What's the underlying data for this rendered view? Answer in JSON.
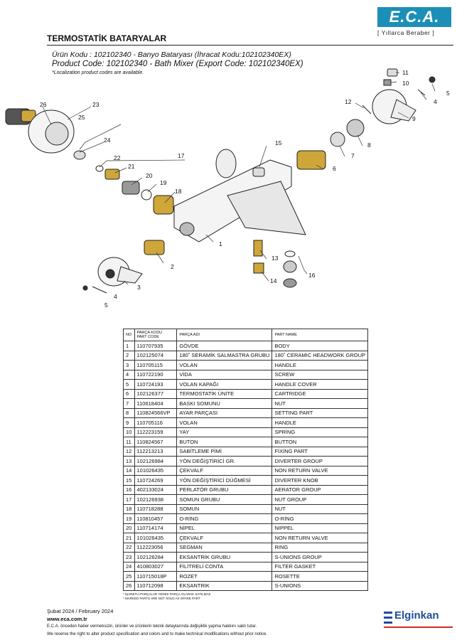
{
  "brand": {
    "logo_text": "E.C.A.",
    "tagline": "[ Yıllarca Beraber ]",
    "logo_color": "#1c8fb8"
  },
  "header": {
    "title": "TERMOSTATİK BATARYALAR"
  },
  "product": {
    "code_tr": "Ürün Kodu : 102102340 - Banyo Bataryası (İhracat Kodu:102102340EX)",
    "code_en": "Product Code: 102102340 - Bath Mixer (Export Code: 102102340EX)",
    "note": "*Localization product codes are available."
  },
  "callouts": [
    "1",
    "2",
    "3",
    "4",
    "5",
    "6",
    "7",
    "8",
    "9",
    "10",
    "11",
    "12",
    "13",
    "14",
    "15",
    "16",
    "17",
    "18",
    "19",
    "20",
    "21",
    "22",
    "23",
    "24",
    "25",
    "26",
    "4",
    "5"
  ],
  "table": {
    "headers": {
      "no": "NO",
      "code_tr": "PARÇA KODU",
      "code_en": "PART CODE",
      "name_tr": "PARÇA ADI",
      "name_en": "PART NAME"
    },
    "rows": [
      {
        "no": "1",
        "code": "110707935",
        "tr": "GÖVDE",
        "en": "BODY"
      },
      {
        "no": "2",
        "code": "102125074",
        "tr": "180˚ SERAMİK SALMASTRA GRUBU",
        "en": "180˚ CERAMIC HEADWORK GROUP"
      },
      {
        "no": "3",
        "code": "110705115",
        "tr": "VOLAN",
        "en": "HANDLE"
      },
      {
        "no": "4",
        "code": "110722190",
        "tr": "VİDA",
        "en": "SCREW"
      },
      {
        "no": "5",
        "code": "110724193",
        "tr": "VOLAN KAPAĞI",
        "en": "HANDLE COVER"
      },
      {
        "no": "6",
        "code": "102126377",
        "tr": "TERMOSTATİK ÜNİTE",
        "en": "CARTRIDGE"
      },
      {
        "no": "7",
        "code": "110618404",
        "tr": "BASKI SOMUNU",
        "en": "NUT"
      },
      {
        "no": "8",
        "code": "110824566VP",
        "tr": "AYAR PARÇASI",
        "en": "SETTING PART"
      },
      {
        "no": "9",
        "code": "110705116",
        "tr": "VOLAN",
        "en": "HANDLE"
      },
      {
        "no": "10",
        "code": "112223159",
        "tr": "YAY",
        "en": "SPRİNG"
      },
      {
        "no": "11",
        "code": "110824567",
        "tr": "BUTON",
        "en": "BUTTON"
      },
      {
        "no": "12",
        "code": "112213213",
        "tr": "SABİTLEME PİMİ",
        "en": "FİXİNG PART"
      },
      {
        "no": "13",
        "code": "102126984",
        "tr": "YÖN DEĞİŞTİRİCİ GR.",
        "en": "DIVERTER GROUP"
      },
      {
        "no": "14",
        "code": "101026435",
        "tr": "ÇEKVALF",
        "en": "NON RETURN VALVE"
      },
      {
        "no": "15",
        "code": "110724269",
        "tr": "YÖN DEĞİŞTİRİCİ DÜĞMESİ",
        "en": "DIVERTER KNOB"
      },
      {
        "no": "16",
        "code": "402133024",
        "tr": "PERLATÖR GRUBU",
        "en": "AERATOR GROUP"
      },
      {
        "no": "17",
        "code": "102126938",
        "tr": "SOMUN GRUBU",
        "en": "NUT GROUP"
      },
      {
        "no": "18",
        "code": "110718288",
        "tr": "SOMUN",
        "en": "NUT"
      },
      {
        "no": "19",
        "code": "110810457",
        "tr": "O-RİNG",
        "en": "O-RİNG"
      },
      {
        "no": "20",
        "code": "110714174",
        "tr": "NİPEL",
        "en": "NIPPEL"
      },
      {
        "no": "21",
        "code": "101026435",
        "tr": "ÇEKVALF",
        "en": "NON RETURN VALVE"
      },
      {
        "no": "22",
        "code": "112223056",
        "tr": "SEGMAN",
        "en": "RING"
      },
      {
        "no": "23",
        "code": "102126284",
        "tr": "EKSANTRİK GRUBU",
        "en": "S-UNIONS GROUP"
      },
      {
        "no": "24",
        "code": "410803027",
        "tr": "FİLİTRELİ CONTA",
        "en": "FILTER GASKET"
      },
      {
        "no": "25",
        "code": "110715018P",
        "tr": "ROZET",
        "en": "ROSETTE"
      },
      {
        "no": "26",
        "code": "110712098",
        "tr": "EKSANTRİK",
        "en": "S-UNIONS"
      }
    ]
  },
  "footnotes": {
    "tr": "* İŞARETLİ PARÇALAR YEDEK PARÇA OLARAK SATILMAZ",
    "en": "* MARKED PARTS ARE NOT SOLD AS SPARE PART"
  },
  "footer": {
    "date": "Şubat 2024 / February 2024",
    "site": "www.eca.com.tr",
    "rights_tr": "E.C.A. önceden haber vermeksizin, ürünler ve ürünlerin teknik detaylarında değişiklik yapma hakkını saklı tutar.",
    "rights_en": "We reserve the right to alter product specification and colors and to make technical modifications without prior notice.",
    "partner": "Elginkan",
    "partner_color": "#1f4e9c"
  }
}
